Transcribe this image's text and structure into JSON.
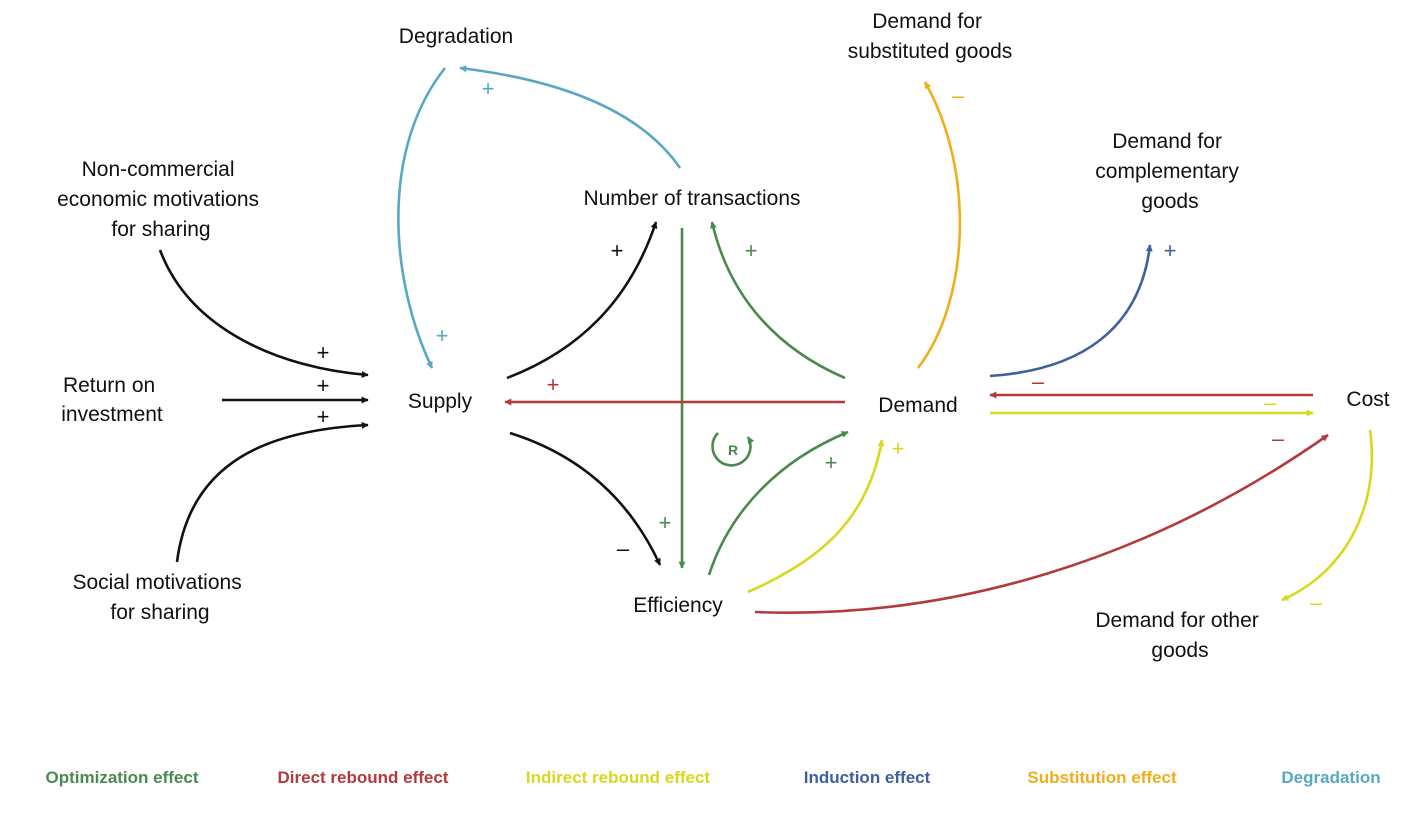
{
  "colors": {
    "black": "#111111",
    "optimization": "#4a8a4f",
    "direct_rebound": "#b3393c",
    "indirect_rebound": "#d8d81e",
    "induction": "#3f5f9e",
    "substitution": "#f0ad1c",
    "degradation": "#57a8c2"
  },
  "nodes": {
    "degradation": [
      "Degradation"
    ],
    "substituted": [
      "Demand for",
      "substituted  goods"
    ],
    "complementary": [
      "Demand for",
      "complementary",
      "goods"
    ],
    "noncommercial": [
      "Non-commercial",
      "economic motivations",
      "for sharing"
    ],
    "transactions": [
      "Number of transactions"
    ],
    "roi": [
      "Return on",
      "investment"
    ],
    "supply": [
      "Supply"
    ],
    "demand": [
      "Demand"
    ],
    "cost": [
      "Cost"
    ],
    "social": [
      "Social motivations",
      "for sharing"
    ],
    "efficiency": [
      "Efficiency"
    ],
    "other": [
      "Demand for other",
      "goods"
    ]
  },
  "signs": {
    "deg_plus_top": "+",
    "deg_plus_supply": "+",
    "subst_minus": "–",
    "compl_plus": "+",
    "nc_plus": "+",
    "roi_plus": "+",
    "social_plus": "+",
    "supply_tx_plus": "+",
    "demand_tx_plus": "+",
    "demand_supply_plus": "+",
    "demand_cost_minus": "–",
    "cost_demand_minus": "–",
    "eff_cost_minus": "–",
    "tx_eff_plus": "+",
    "supply_eff_minus": "–",
    "eff_demand_green_plus": "+",
    "eff_demand_yellow_plus": "+",
    "cost_other_minus": "–"
  },
  "loop_label": "R",
  "legend": [
    {
      "label": "Optimization effect",
      "color": "#4a8a4f"
    },
    {
      "label": "Direct rebound effect",
      "color": "#b3393c"
    },
    {
      "label": "Indirect rebound effect",
      "color": "#d8d81e"
    },
    {
      "label": "Induction effect",
      "color": "#3f5f9e"
    },
    {
      "label": "Substitution effect",
      "color": "#f0ad1c"
    },
    {
      "label": "Degradation",
      "color": "#57a8c2"
    }
  ]
}
